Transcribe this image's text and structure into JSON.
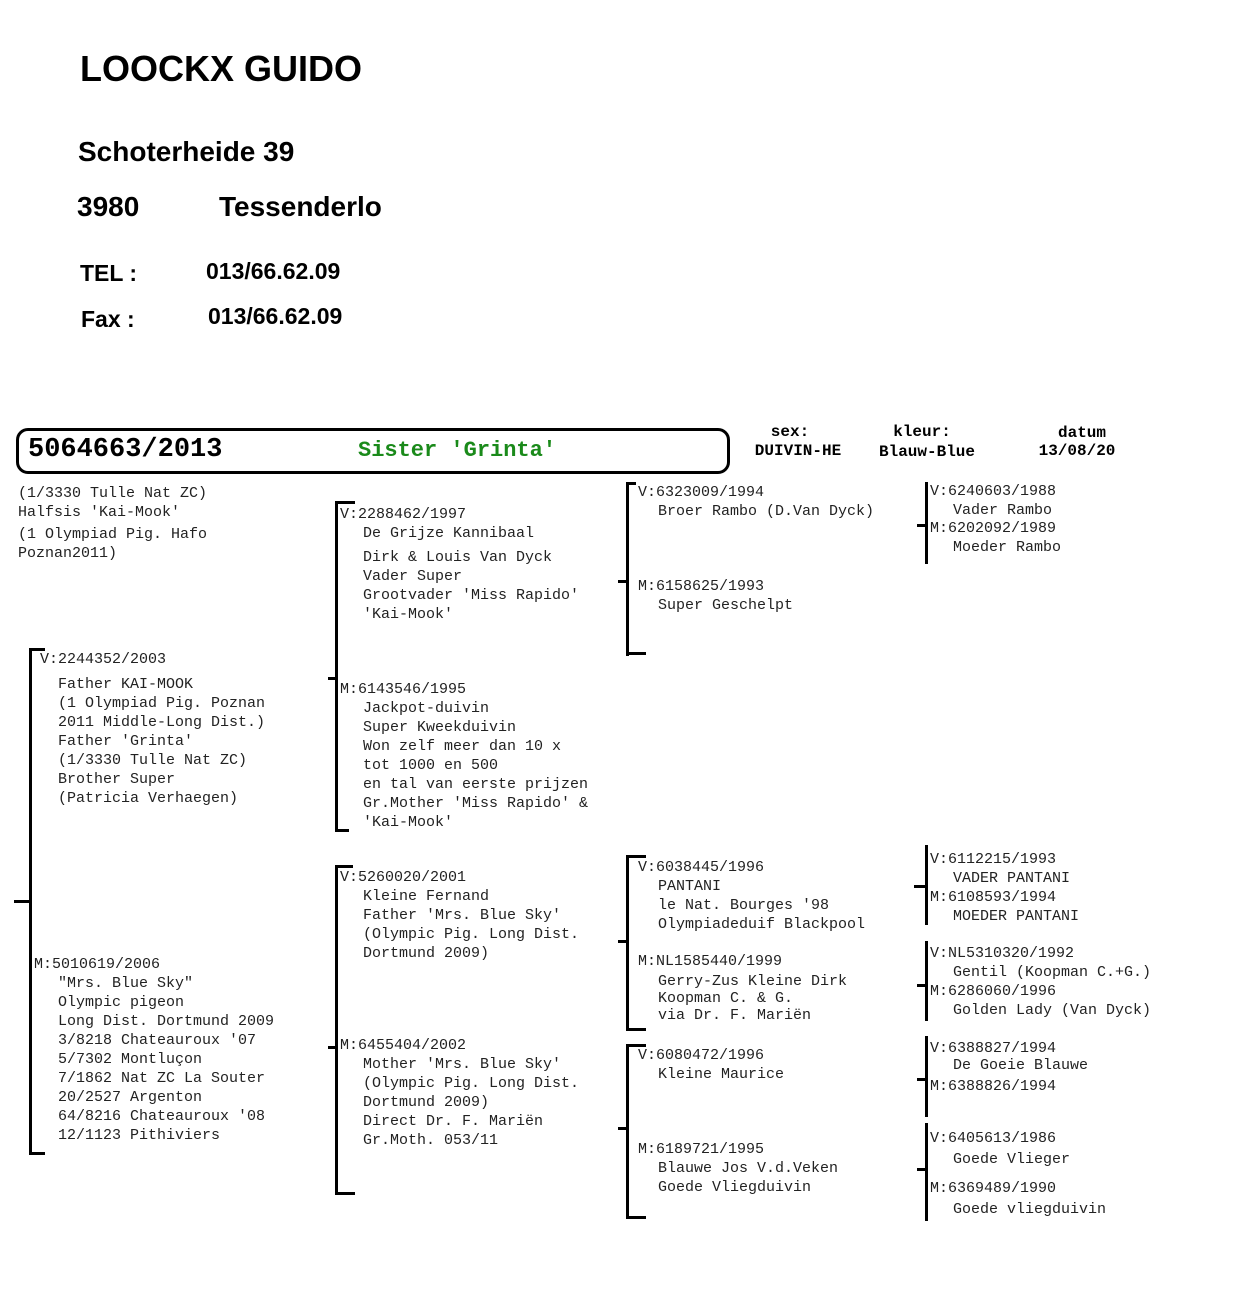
{
  "owner": {
    "name": "LOOCKX GUIDO",
    "street": "Schoterheide 39",
    "postcode": "3980",
    "city": "Tessenderlo",
    "tel_label": "TEL :",
    "tel": "013/66.62.09",
    "fax_label": "Fax :",
    "fax": "013/66.62.09"
  },
  "pigeon": {
    "ring": "5064663/2013",
    "name": "Sister 'Grinta'",
    "name_color": "#1a8a1a",
    "sex_label": "sex:",
    "sex": "DUIVIN-HE",
    "color_label": "kleur:",
    "color": "Blauw-Blue",
    "date_label": "datum",
    "date": "13/08/20",
    "notes": [
      "(1/3330 Tulle Nat ZC)",
      "Halfsis 'Kai-Mook'",
      "(1 Olympiad Pig. Hafo",
      "Poznan2011)"
    ]
  },
  "father": {
    "prefix": "V:",
    "ring": "2244352/2003",
    "lines": [
      "Father KAI-MOOK",
      "(1 Olympiad Pig. Poznan",
      "2011 Middle-Long Dist.)",
      "Father 'Grinta'",
      "(1/3330 Tulle Nat ZC)",
      "Brother Super",
      "(Patricia Verhaegen)"
    ]
  },
  "mother": {
    "prefix": "M:",
    "ring": "5010619/2006",
    "lines": [
      "\"Mrs. Blue Sky\"",
      "Olympic pigeon",
      "Long Dist. Dortmund 2009",
      "3/8218 Chateauroux '07",
      "5/7302 Montluçon",
      "7/1862 Nat ZC La Souter",
      "20/2527 Argenton",
      "64/8216 Chateauroux '08",
      "12/1123 Pithiviers"
    ]
  },
  "ff": {
    "prefix": "V:",
    "ring": "2288462/1997",
    "lines": [
      "De Grijze Kannibaal"
    ],
    "lines2": [
      "Dirk & Louis Van Dyck",
      "Vader Super",
      "Grootvader 'Miss Rapido'",
      "'Kai-Mook'"
    ]
  },
  "fm": {
    "prefix": "M:",
    "ring": "6143546/1995",
    "lines": [
      "Jackpot-duivin",
      "Super Kweekduivin",
      "Won zelf meer dan 10 x",
      "tot 1000 en 500",
      "en tal van eerste prijzen",
      "Gr.Mother 'Miss Rapido' &",
      "'Kai-Mook'"
    ]
  },
  "mf": {
    "prefix": "V:",
    "ring": "5260020/2001",
    "lines": [
      "Kleine Fernand",
      "Father 'Mrs. Blue Sky'",
      "(Olympic Pig. Long Dist.",
      "Dortmund 2009)"
    ]
  },
  "mm": {
    "prefix": "M:",
    "ring": "6455404/2002",
    "lines": [
      "Mother 'Mrs. Blue Sky'",
      "(Olympic Pig. Long Dist.",
      "Dortmund 2009)",
      "Direct Dr. F. Mariën",
      "Gr.Moth. 053/11"
    ]
  },
  "fff": {
    "prefix": "V:",
    "ring": "6323009/1994",
    "lines": [
      "Broer Rambo (D.Van Dyck)"
    ]
  },
  "ffm": {
    "prefix": "M:",
    "ring": "6158625/1993",
    "lines": [
      "Super Geschelpt"
    ]
  },
  "mff": {
    "prefix": "V:",
    "ring": "6038445/1996",
    "lines": [
      "PANTANI",
      "le Nat. Bourges '98",
      "Olympiadeduif Blackpool"
    ]
  },
  "mfm": {
    "prefix": "M:",
    "ring": "NL1585440/1999",
    "lines": [
      "Gerry-Zus Kleine Dirk",
      "Koopman C. & G.",
      "via Dr. F. Mariën"
    ]
  },
  "mmf": {
    "prefix": "V:",
    "ring": "6080472/1996",
    "lines": [
      "Kleine Maurice"
    ]
  },
  "mmm": {
    "prefix": "M:",
    "ring": "6189721/1995",
    "lines": [
      "Blauwe Jos V.d.Veken",
      "Goede Vliegduivin"
    ]
  },
  "ffff": {
    "prefix": "V:",
    "ring": "6240603/1988",
    "lines": [
      "Vader Rambo"
    ]
  },
  "fffm": {
    "prefix": "M:",
    "ring": "6202092/1989",
    "lines": [
      "Moeder Rambo"
    ]
  },
  "mfff": {
    "prefix": "V:",
    "ring": "6112215/1993",
    "lines": [
      "VADER PANTANI"
    ]
  },
  "mffm": {
    "prefix": "M:",
    "ring": "6108593/1994",
    "lines": [
      "MOEDER PANTANI"
    ]
  },
  "mfmf": {
    "prefix": "V:",
    "ring": "NL5310320/1992",
    "lines": [
      "Gentil (Koopman C.+G.)"
    ]
  },
  "mfmm": {
    "prefix": "M:",
    "ring": "6286060/1996",
    "lines": [
      "Golden Lady  (Van Dyck)"
    ]
  },
  "mmff": {
    "prefix": "V:",
    "ring": "6388827/1994",
    "lines": [
      "De Goeie Blauwe"
    ]
  },
  "mmfm": {
    "prefix": "M:",
    "ring": "6388826/1994",
    "lines": []
  },
  "mmmf": {
    "prefix": "V:",
    "ring": "6405613/1986",
    "lines": [
      "Goede Vlieger"
    ]
  },
  "mmmm": {
    "prefix": "M:",
    "ring": "6369489/1990",
    "lines": [
      "Goede vliegduivin"
    ]
  }
}
